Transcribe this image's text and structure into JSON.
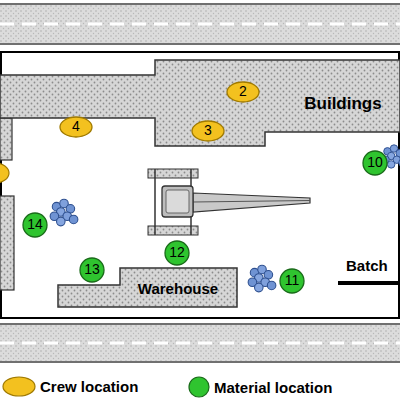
{
  "diagram": {
    "nodes": [
      {
        "text": [
          "Buildings"
        ]
      },
      {
        "text": [
          "2"
        ],
        "in": 0
      },
      {
        "text": [
          "4"
        ],
        "in": 0
      },
      {
        "text": [
          "3"
        ],
        "in": 0
      },
      {
        "text": [
          "10"
        ]
      },
      {
        "text": [
          "14"
        ]
      },
      {
        "text": [
          "12"
        ]
      },
      {
        "text": [
          "13"
        ]
      },
      {
        "text": [
          "Warehouse"
        ]
      },
      {
        "text": [
          "11"
        ]
      }
    ],
    "labels": [
      "Batch"
    ],
    "legend": [
      {
        "text": "Crew location",
        "color": "#f3c11f"
      },
      {
        "text": "Material location",
        "color": "#2fc42f"
      }
    ]
  }
}
